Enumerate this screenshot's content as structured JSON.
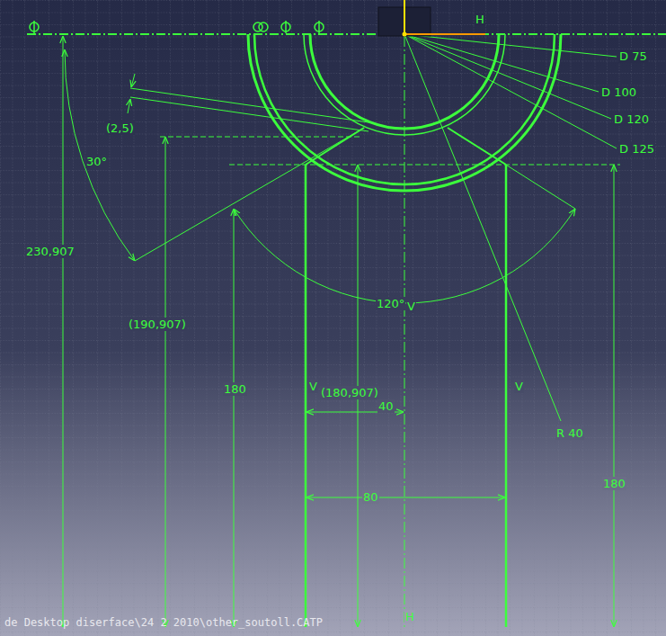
{
  "diagram": {
    "labels": [
      "D 75",
      "D 100",
      "D 120",
      "D 125",
      "H",
      "(2,5)",
      "30°",
      "230,907",
      "(190,907)",
      "120°",
      "V",
      "180",
      "V",
      "(180,907)",
      "V",
      "R 40",
      "40",
      "80",
      "180",
      "de Desktop diserface\\24 2 2010\\other_soutoll.CATP",
      "H"
    ]
  }
}
